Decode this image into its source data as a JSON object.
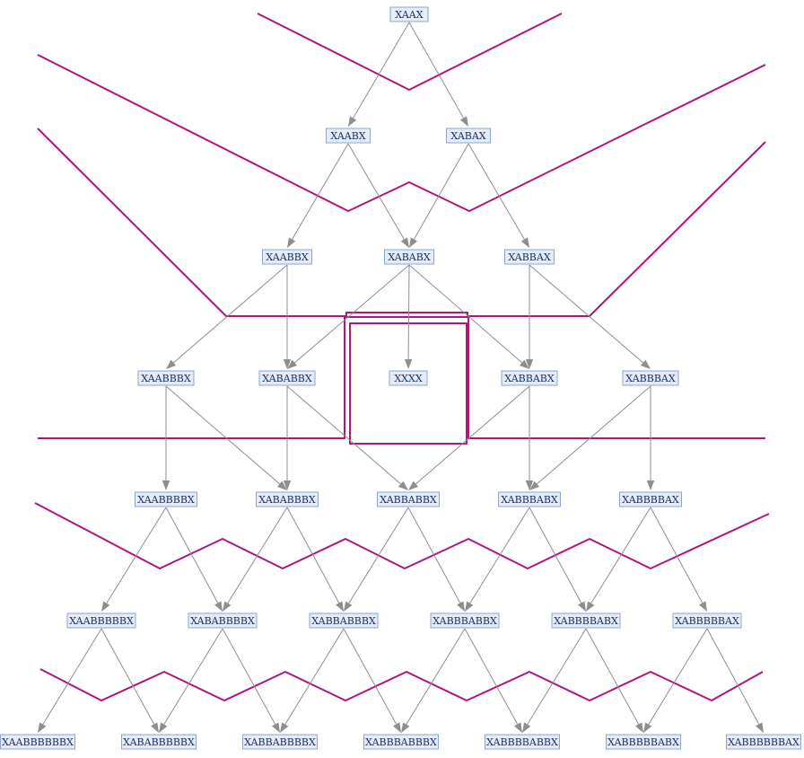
{
  "nodes": [
    {
      "id": "XAAX",
      "label": "XAAX"
    },
    {
      "id": "XAABX",
      "label": "XAABX"
    },
    {
      "id": "XABAX",
      "label": "XABAX"
    },
    {
      "id": "XAABBX",
      "label": "XAABBX"
    },
    {
      "id": "XABABX",
      "label": "XABABX"
    },
    {
      "id": "XABBAX",
      "label": "XABBAX"
    },
    {
      "id": "XAABBBX",
      "label": "XAABBBX"
    },
    {
      "id": "XABABBX",
      "label": "XABABBX"
    },
    {
      "id": "XXXX",
      "label": "XXXX"
    },
    {
      "id": "XABBABX",
      "label": "XABBABX"
    },
    {
      "id": "XABBBAX",
      "label": "XABBBAX"
    },
    {
      "id": "XAABBBBX",
      "label": "XAABBBBX"
    },
    {
      "id": "XABABBBX",
      "label": "XABABBBX"
    },
    {
      "id": "XABBABBX",
      "label": "XABBABBX"
    },
    {
      "id": "XABBBABX",
      "label": "XABBBABX"
    },
    {
      "id": "XABBBBAX",
      "label": "XABBBBAX"
    },
    {
      "id": "XAABBBBBX",
      "label": "XAABBBBBX"
    },
    {
      "id": "XABABBBBX",
      "label": "XABABBBBX"
    },
    {
      "id": "XABBABBBX",
      "label": "XABBABBBX"
    },
    {
      "id": "XABBBABBX",
      "label": "XABBBABBX"
    },
    {
      "id": "XABBBBABX",
      "label": "XABBBBABX"
    },
    {
      "id": "XABBBBBAX",
      "label": "XABBBBBAX"
    },
    {
      "id": "XAABBBBBBX",
      "label": "XAABBBBBBX"
    },
    {
      "id": "XABABBBBBX",
      "label": "XABABBBBBX"
    },
    {
      "id": "XABBABBBBX",
      "label": "XABBABBBBX"
    },
    {
      "id": "XABBBABBBX",
      "label": "XABBBABBBX"
    },
    {
      "id": "XABBBBABBX",
      "label": "XABBBBABBX"
    },
    {
      "id": "XABBBBBABX",
      "label": "XABBBBBABX"
    },
    {
      "id": "XABBBBBBAX",
      "label": "XABBBBBBAX"
    }
  ],
  "edges": [
    [
      "XAAX",
      "XAABX"
    ],
    [
      "XAAX",
      "XABAX"
    ],
    [
      "XAABX",
      "XAABBX"
    ],
    [
      "XAABX",
      "XABABX"
    ],
    [
      "XABAX",
      "XABABX"
    ],
    [
      "XABAX",
      "XABBAX"
    ],
    [
      "XAABBX",
      "XAABBBX"
    ],
    [
      "XAABBX",
      "XABABBX"
    ],
    [
      "XABABX",
      "XABABBX"
    ],
    [
      "XABABX",
      "XXXX"
    ],
    [
      "XABABX",
      "XABBABX"
    ],
    [
      "XABBAX",
      "XABBABX"
    ],
    [
      "XABBAX",
      "XABBBAX"
    ],
    [
      "XAABBBX",
      "XAABBBBX"
    ],
    [
      "XAABBBX",
      "XABABBBX"
    ],
    [
      "XABABBX",
      "XABABBBX"
    ],
    [
      "XABABBX",
      "XABBABBX"
    ],
    [
      "XABBABX",
      "XABBABBX"
    ],
    [
      "XABBABX",
      "XABBBABX"
    ],
    [
      "XABBBAX",
      "XABBBABX"
    ],
    [
      "XABBBAX",
      "XABBBBAX"
    ],
    [
      "XAABBBBX",
      "XAABBBBBX"
    ],
    [
      "XAABBBBX",
      "XABABBBBX"
    ],
    [
      "XABABBBX",
      "XABABBBBX"
    ],
    [
      "XABABBBX",
      "XABBABBBX"
    ],
    [
      "XABBABBX",
      "XABBABBBX"
    ],
    [
      "XABBABBX",
      "XABBBABBX"
    ],
    [
      "XABBBABX",
      "XABBBABBX"
    ],
    [
      "XABBBABX",
      "XABBBBABX"
    ],
    [
      "XABBBBAX",
      "XABBBBABX"
    ],
    [
      "XABBBBAX",
      "XABBBBBAX"
    ],
    [
      "XAABBBBBX",
      "XAABBBBBBX"
    ],
    [
      "XAABBBBBX",
      "XABABBBBBX"
    ],
    [
      "XABABBBBX",
      "XABABBBBBX"
    ],
    [
      "XABABBBBX",
      "XABBABBBBX"
    ],
    [
      "XABBABBBX",
      "XABBABBBBX"
    ],
    [
      "XABBABBBX",
      "XABBBABBBX"
    ],
    [
      "XABBBABBX",
      "XABBBABBBX"
    ],
    [
      "XABBBABBX",
      "XABBBBABBX"
    ],
    [
      "XABBBBABX",
      "XABBBBABBX"
    ],
    [
      "XABBBBABX",
      "XABBBBBABX"
    ],
    [
      "XABBBBBAX",
      "XABBBBBABX"
    ],
    [
      "XABBBBBAX",
      "XABBBBBBAX"
    ]
  ],
  "colors": {
    "node_fill": "#e4ecf9",
    "node_border": "#8fa6cc",
    "node_text": "#1f2f66",
    "edge": "#8e8e8e",
    "foliation": "#b0157a"
  }
}
